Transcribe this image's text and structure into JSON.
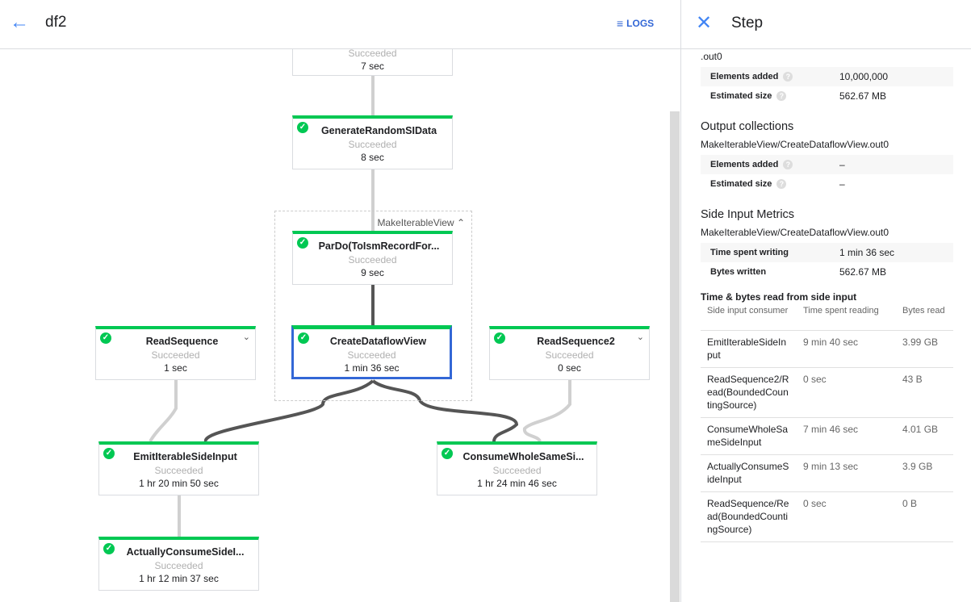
{
  "header": {
    "title": "df2",
    "logs_label": "LOGS"
  },
  "graph": {
    "group_label": "MakeIterableView",
    "nodes": [
      {
        "name": "",
        "status": "Succeeded",
        "time": "7 sec"
      },
      {
        "name": "GenerateRandomSIData",
        "status": "Succeeded",
        "time": "8 sec"
      },
      {
        "name": "ParDo(ToIsmRecordFor...",
        "status": "Succeeded",
        "time": "9 sec"
      },
      {
        "name": "CreateDataflowView",
        "status": "Succeeded",
        "time": "1 min 36 sec"
      },
      {
        "name": "ReadSequence",
        "status": "Succeeded",
        "time": "1 sec"
      },
      {
        "name": "ReadSequence2",
        "status": "Succeeded",
        "time": "0 sec"
      },
      {
        "name": "EmitIterableSideInput",
        "status": "Succeeded",
        "time": "1 hr 20 min 50 sec"
      },
      {
        "name": "ConsumeWholeSameSi...",
        "status": "Succeeded",
        "time": "1 hr 24 min 46 sec"
      },
      {
        "name": "ActuallyConsumeSideI...",
        "status": "Succeeded",
        "time": "1 hr 12 min 37 sec"
      }
    ]
  },
  "panel": {
    "title": "Step",
    "cut_text": ".out0",
    "input_metrics": [
      {
        "label": "Elements added",
        "value": "10,000,000"
      },
      {
        "label": "Estimated size",
        "value": "562.67 MB"
      }
    ],
    "output_title": "Output collections",
    "output_name": "MakeIterableView/CreateDataflowView.out0",
    "output_metrics": [
      {
        "label": "Elements added",
        "value": "–"
      },
      {
        "label": "Estimated size",
        "value": "–"
      }
    ],
    "side_title": "Side Input Metrics",
    "side_name": "MakeIterableView/CreateDataflowView.out0",
    "side_metrics": [
      {
        "label": "Time spent writing",
        "value": "1 min 36 sec"
      },
      {
        "label": "Bytes written",
        "value": "562.67 MB"
      }
    ],
    "read_title": "Time & bytes read from side input",
    "columns": [
      "Side input consumer",
      "Time spent reading",
      "Bytes read"
    ],
    "rows": [
      [
        "EmitIterableSideInput",
        "9 min 40 sec",
        "3.99 GB"
      ],
      [
        "ReadSequence2/Read(BoundedCountingSource)",
        "0 sec",
        "43 B"
      ],
      [
        "ConsumeWholeSameSideInput",
        "7 min 46 sec",
        "4.01 GB"
      ],
      [
        "ActuallyConsumeSideInput",
        "9 min 13 sec",
        "3.9 GB"
      ],
      [
        "ReadSequence/Read(BoundedCountingSource)",
        "0 sec",
        "0 B"
      ]
    ]
  },
  "colors": {
    "accent": "#4285f4",
    "success": "#00c853",
    "selected": "#3367d6"
  }
}
